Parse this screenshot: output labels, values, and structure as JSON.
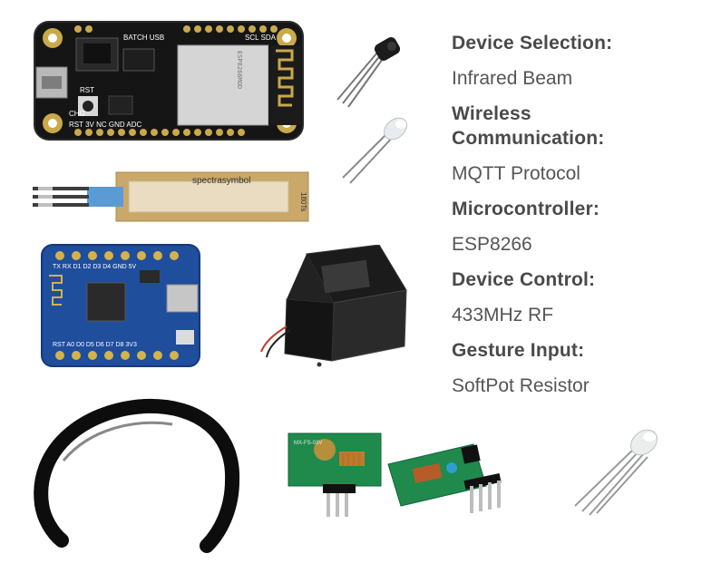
{
  "board_labels": {
    "huzzah_top": "BATCH USB",
    "huzzah_top2": "SCL SDA",
    "huzzah_bottom": "RST 3V NC GND ADC",
    "huzzah_chg": "CHG",
    "huzzah_rst": "RST",
    "softpot_brand": "spectrasymbol",
    "softpot_code": "180Ts",
    "d1_pins_top": "TX RX D1 D2 D3 D4 GND 5V",
    "d1_pins_bottom": "RST A0 D0 D5 D6 D7 D8 3V3",
    "rf_model": "MX-FS-03V"
  },
  "specs": [
    {
      "heading": "Device Selection:",
      "value": "Infrared Beam"
    },
    {
      "heading": "Wireless Communication:",
      "value": "MQTT Protocol"
    },
    {
      "heading": "Microcontroller:",
      "value": "ESP8266"
    },
    {
      "heading": "Device Control:",
      "value": "433MHz RF"
    },
    {
      "heading": "Gesture Input:",
      "value": "SoftPot Resistor"
    }
  ]
}
